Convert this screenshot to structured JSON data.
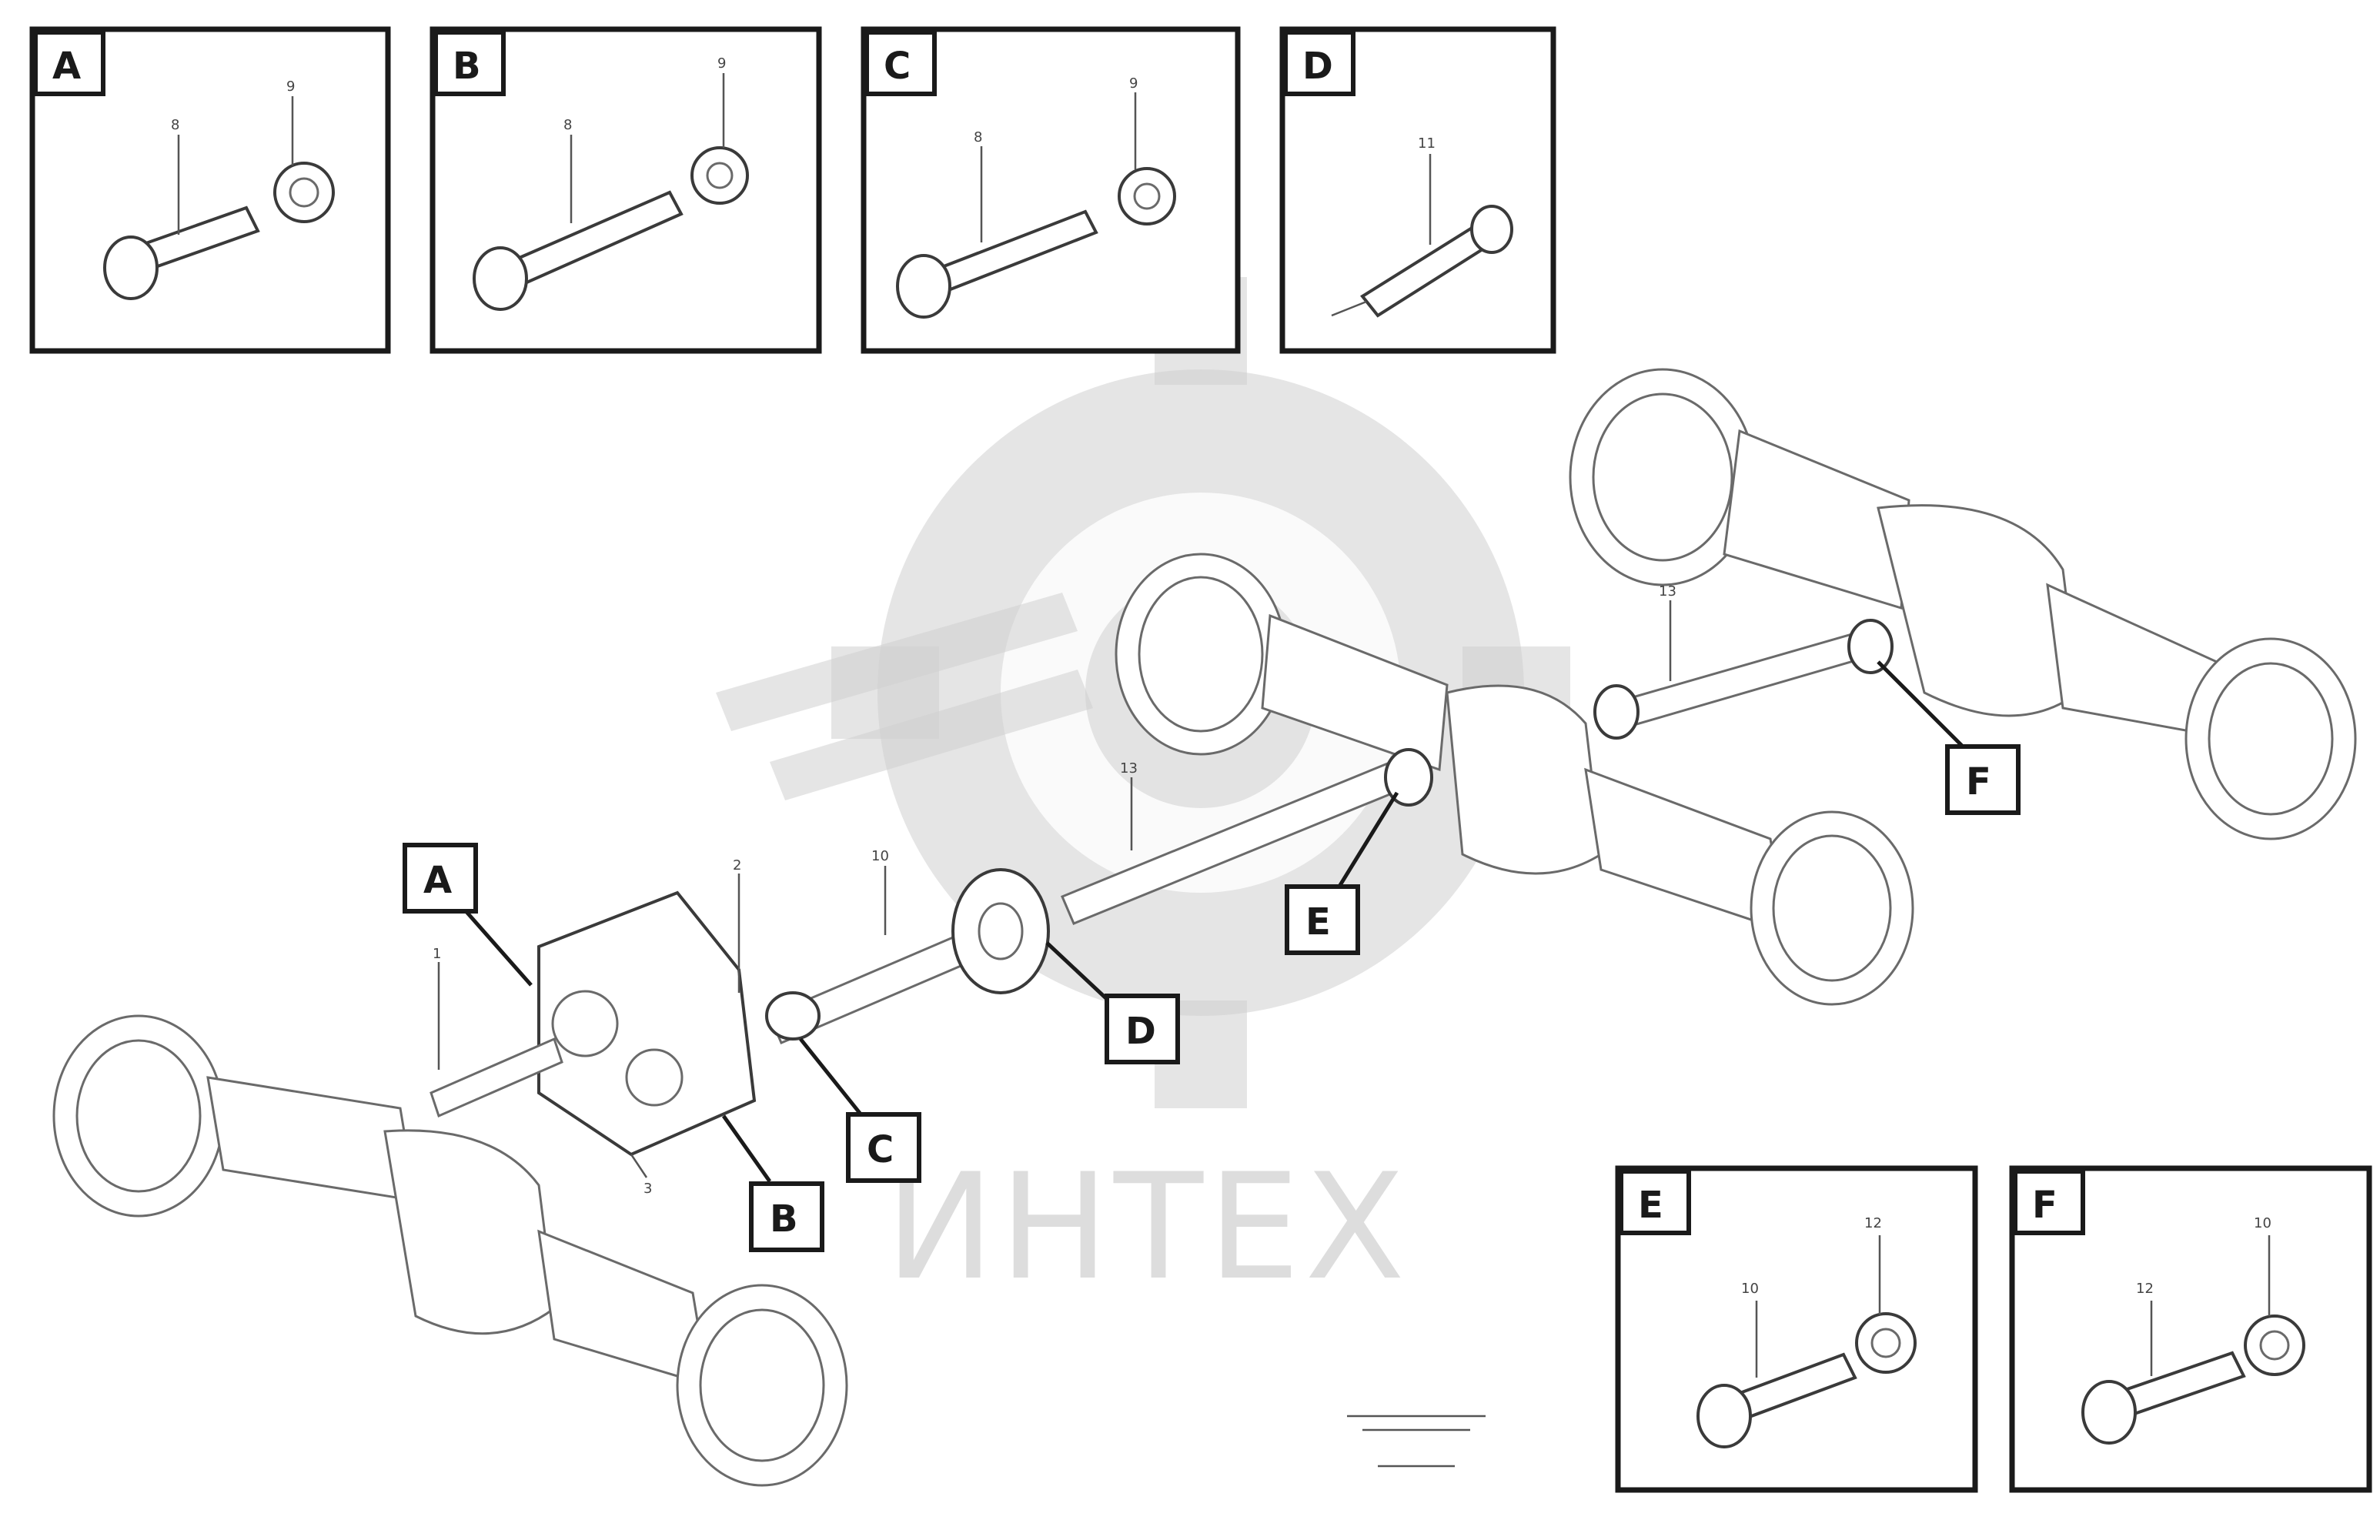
{
  "watermark": {
    "text": "ИНТЕХ"
  },
  "insets": [
    {
      "id": "A",
      "label": "A",
      "callouts": [
        "8",
        "9"
      ]
    },
    {
      "id": "B",
      "label": "B",
      "callouts": [
        "8",
        "9"
      ]
    },
    {
      "id": "C",
      "label": "C",
      "callouts": [
        "8",
        "9"
      ]
    },
    {
      "id": "D",
      "label": "D",
      "callouts": [
        "11"
      ]
    },
    {
      "id": "E",
      "label": "E",
      "callouts": [
        "10",
        "12"
      ]
    },
    {
      "id": "F",
      "label": "F",
      "callouts": [
        "12",
        "10"
      ]
    }
  ],
  "main_tags": [
    "A",
    "B",
    "C",
    "D",
    "E",
    "F"
  ],
  "main_callouts": [
    "1",
    "2",
    "3",
    "10",
    "13",
    "13"
  ],
  "drawing_ref": {
    "line1": "",
    "line2": "",
    "line3": ""
  },
  "colors": {
    "line": "#1a1a1a",
    "watermark": "#cfcfcf"
  }
}
